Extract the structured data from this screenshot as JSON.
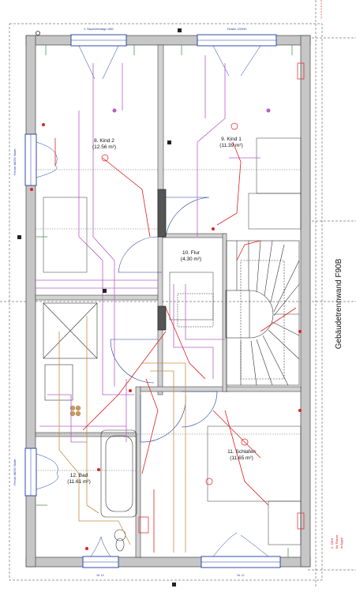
{
  "rooms": {
    "kind2": {
      "name": "8. Kind 2",
      "area": "(12.56 m²)"
    },
    "kind1": {
      "name": "9. Kind 1",
      "area": "(11.39 m²)"
    },
    "flur": {
      "name": "10. Flur",
      "area": "(4.30 m²)"
    },
    "bad": {
      "name": "12. Bad",
      "area": "(11.61 m²)"
    },
    "schlafen": {
      "name": "11. Schlafen",
      "area": "(11.65 m²)"
    }
  },
  "wall_label": "Gebäudetrennwand F90B",
  "note_lines": [
    "2. OHH",
    "für Planer",
    "in Appel"
  ],
  "window_labels": {
    "top_left": "2. Raumhöhenlage 1800",
    "top_right": "Fenster 120/150",
    "left_upper": "Fenster 88/150 Walter",
    "left_lower": "Fenster 88/150 Walter",
    "bottom_left": "Nr. 13",
    "bottom_right": "Nr. 12"
  },
  "colors": {
    "wall": "#c6c6c6",
    "heating": "#b85cc8",
    "electric": "#e02020",
    "water": "#c98c45",
    "window": "#1a3aa0",
    "dimension": "#2f8f3a"
  }
}
